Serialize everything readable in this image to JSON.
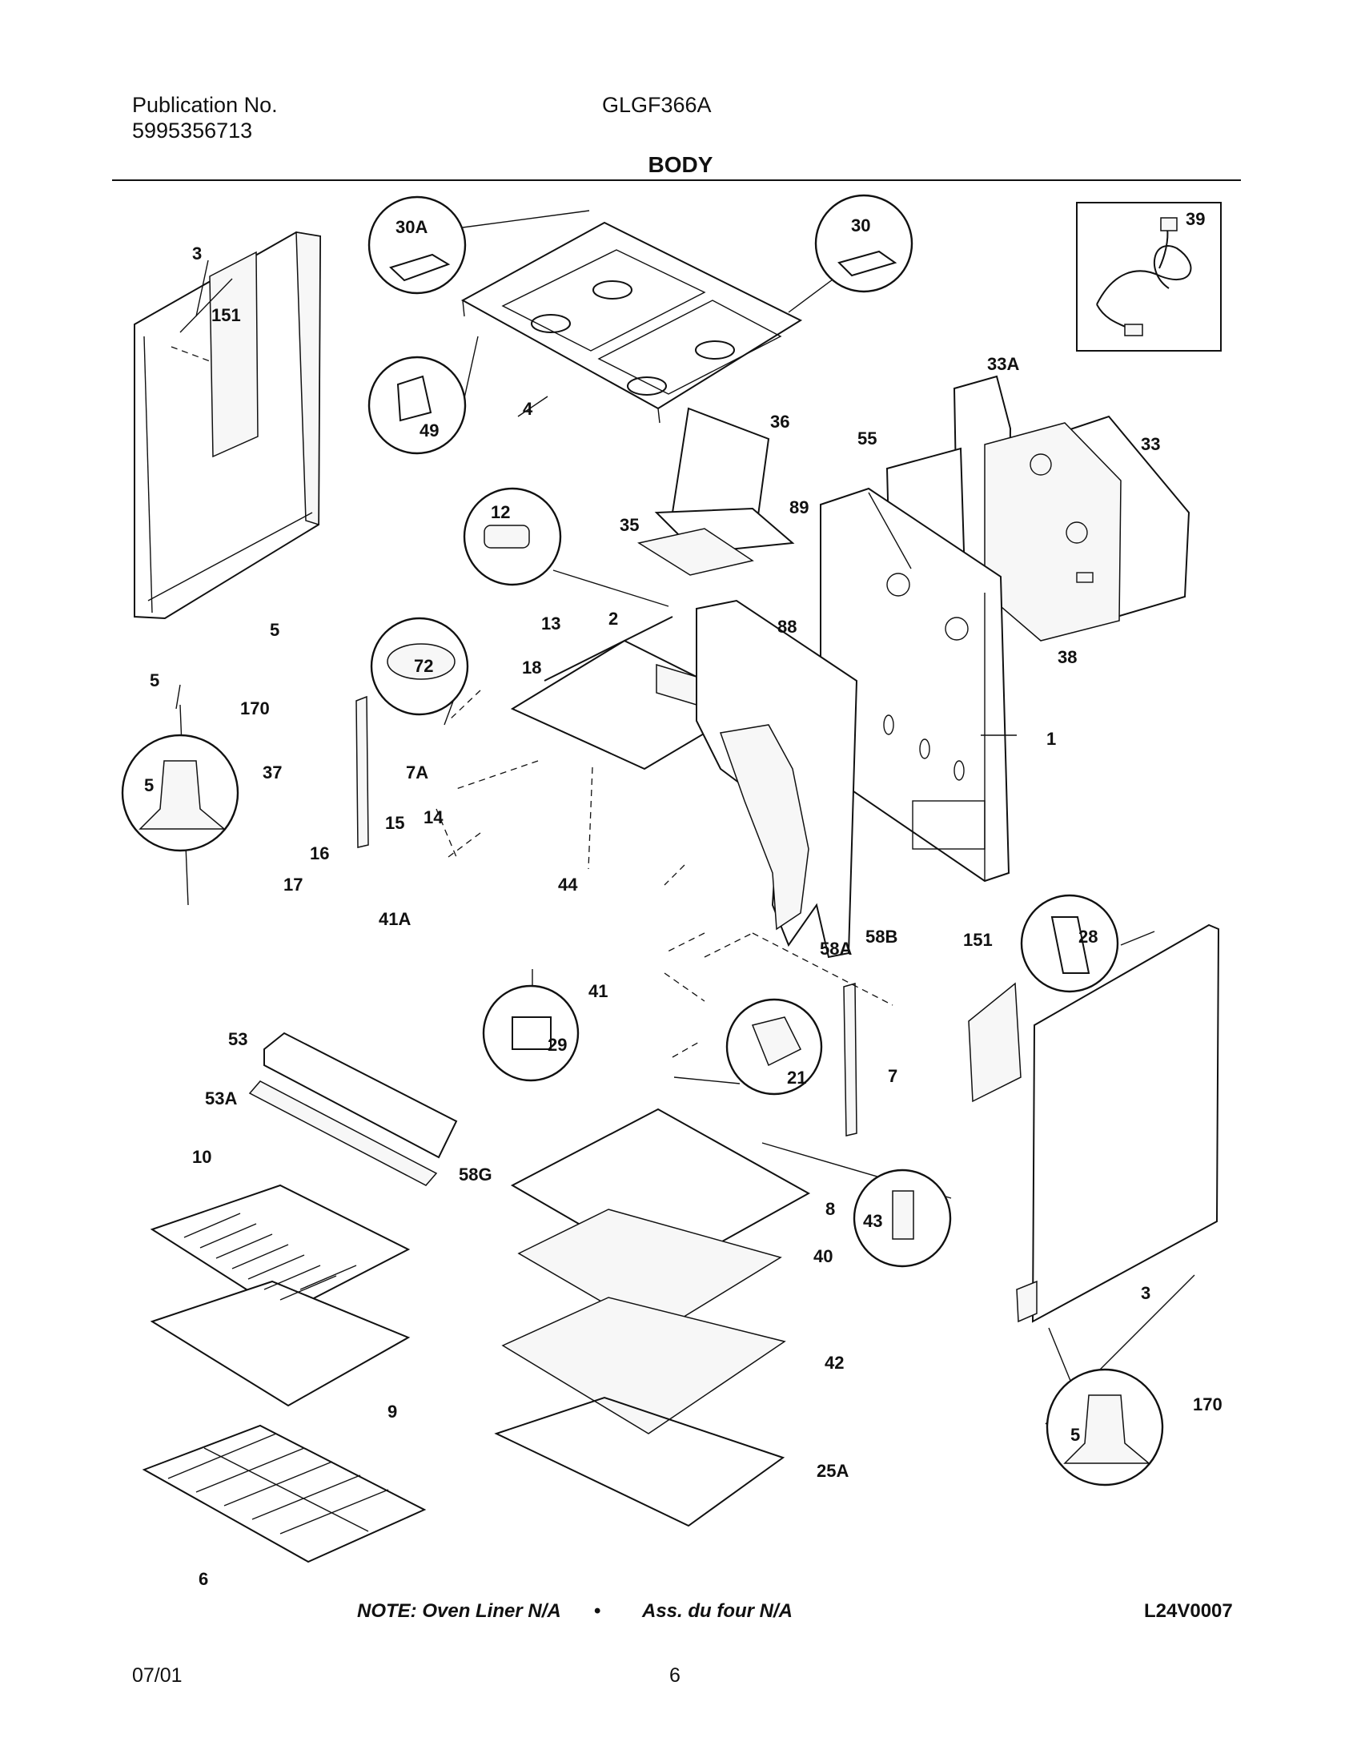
{
  "header": {
    "publication_label": "Publication No.",
    "publication_number": "5995356713",
    "model": "GLGF366A",
    "section_title": "BODY"
  },
  "callouts": [
    "3",
    "151",
    "30A",
    "4",
    "49",
    "30",
    "39",
    "33A",
    "33",
    "55",
    "36",
    "12",
    "35",
    "89",
    "88",
    "5",
    "5",
    "170",
    "72",
    "13",
    "2",
    "18",
    "38",
    "1",
    "5",
    "37",
    "7A",
    "15",
    "14",
    "16",
    "17",
    "41A",
    "44",
    "58A",
    "58B",
    "151",
    "28",
    "41",
    "29",
    "21",
    "7",
    "53",
    "53A",
    "58G",
    "10",
    "8",
    "43",
    "40",
    "42",
    "9",
    "3",
    "170",
    "25A",
    "5",
    "6"
  ],
  "footer": {
    "note_en": "NOTE: Oven Liner N/A",
    "separator": "•",
    "note_fr": "Ass. du four N/A",
    "drawing_code": "L24V0007",
    "date": "07/01",
    "page_number": "6"
  }
}
